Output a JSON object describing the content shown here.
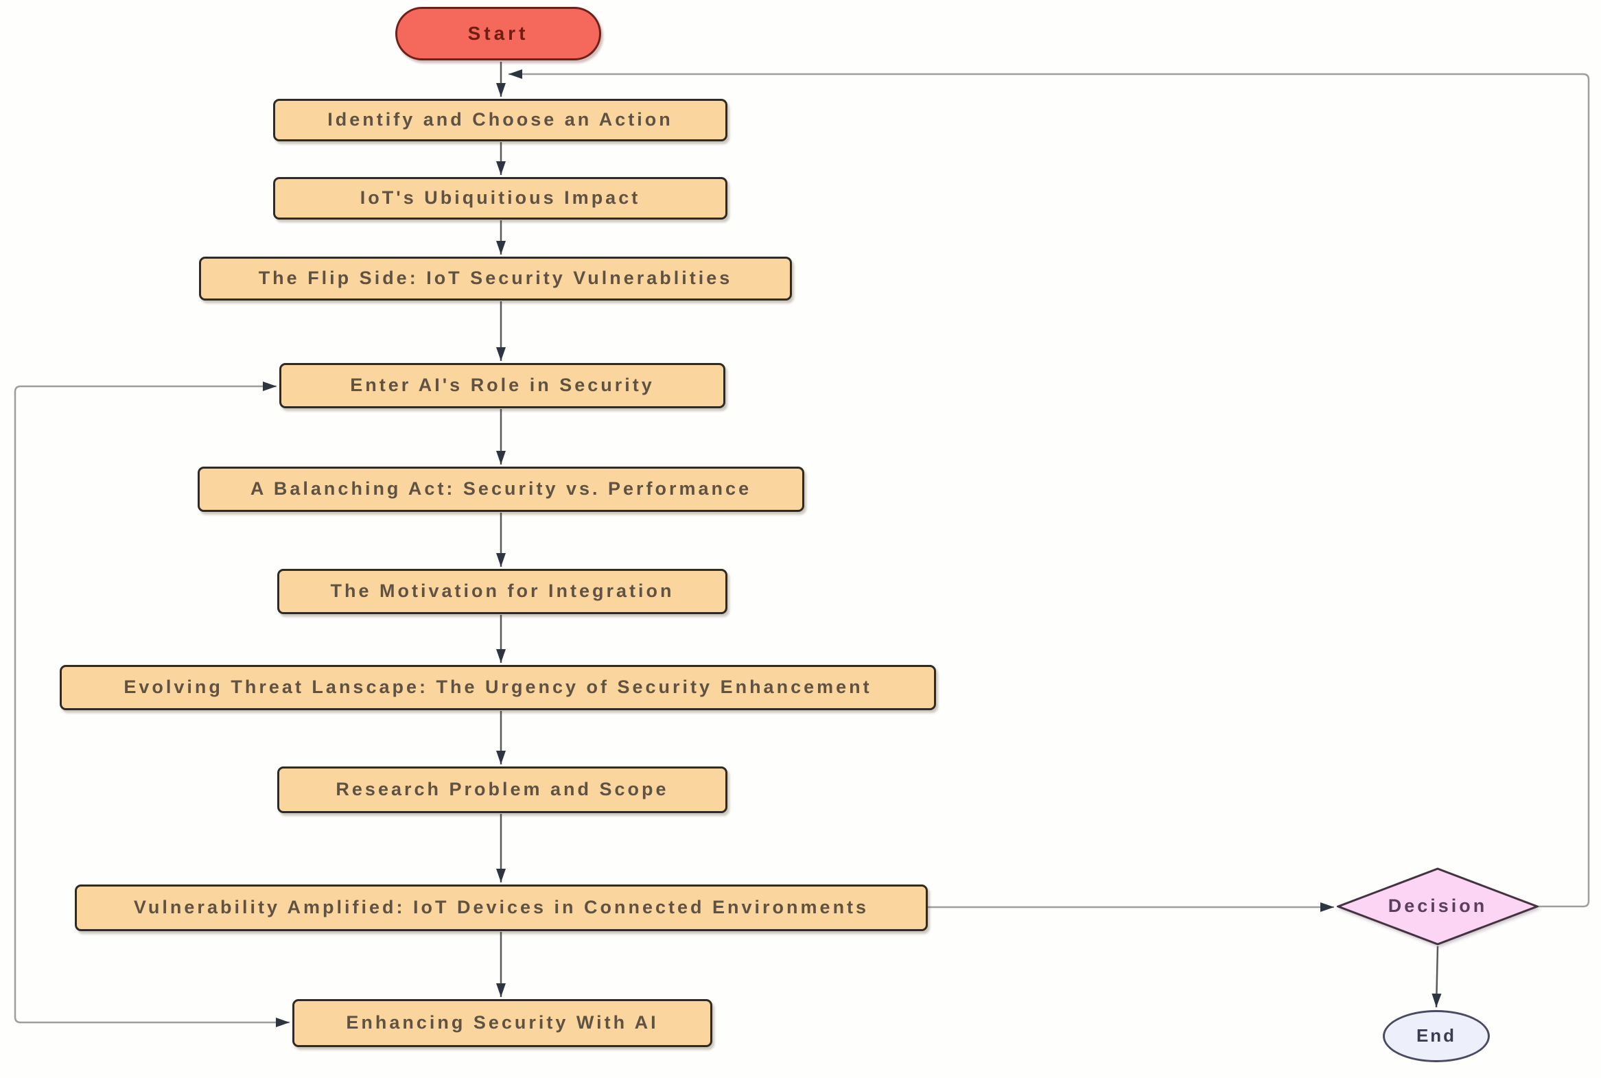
{
  "nodes": {
    "start": {
      "label": "Start",
      "type": "terminator"
    },
    "steps": [
      {
        "label": "Identify and Choose an Action"
      },
      {
        "label": "IoT's Ubiquitious Impact"
      },
      {
        "label": "The Flip Side: IoT Security Vulnerablities"
      },
      {
        "label": "Enter AI's Role in Security"
      },
      {
        "label": "A Balanching Act: Security vs. Performance"
      },
      {
        "label": "The Motivation for Integration"
      },
      {
        "label": "Evolving Threat Lanscape: The Urgency of Security Enhancement"
      },
      {
        "label": "Research Problem and Scope"
      },
      {
        "label": "Vulnerability Amplified: IoT Devices in Connected Environments"
      },
      {
        "label": "Enhancing Security With AI"
      }
    ],
    "decision": {
      "label": "Decision",
      "type": "decision"
    },
    "end": {
      "label": "End",
      "type": "terminator"
    }
  },
  "edges": [
    {
      "from": "Start",
      "to": "Identify and Choose an Action"
    },
    {
      "from": "Identify and Choose an Action",
      "to": "IoT's Ubiquitious Impact"
    },
    {
      "from": "IoT's Ubiquitious Impact",
      "to": "The Flip Side: IoT Security Vulnerablities"
    },
    {
      "from": "The Flip Side: IoT Security Vulnerablities",
      "to": "Enter AI's Role in Security"
    },
    {
      "from": "Enter AI's Role in Security",
      "to": "A Balanching Act: Security vs. Performance"
    },
    {
      "from": "A Balanching Act: Security vs. Performance",
      "to": "The Motivation for Integration"
    },
    {
      "from": "The Motivation for Integration",
      "to": "Evolving Threat Lanscape: The Urgency of Security Enhancement"
    },
    {
      "from": "Evolving Threat Lanscape: The Urgency of Security Enhancement",
      "to": "Research Problem and Scope"
    },
    {
      "from": "Research Problem and Scope",
      "to": "Vulnerability Amplified: IoT Devices in Connected Environments"
    },
    {
      "from": "Vulnerability Amplified: IoT Devices in Connected Environments",
      "to": "Enhancing Security With AI"
    },
    {
      "from": "Vulnerability Amplified: IoT Devices in Connected Environments",
      "to": "Decision"
    },
    {
      "from": "Decision",
      "to": "End"
    },
    {
      "from": "Decision",
      "to": "Identify and Choose an Action"
    },
    {
      "from": "Enhancing Security With AI",
      "to": "Enter AI's Role in Security",
      "bidirectional": true
    }
  ],
  "colors": {
    "start-fill": "#f5685c",
    "start-border": "#6e211a",
    "start-text": "#6f1d11",
    "process-fill": "#fad69e",
    "process-border": "#2f2b24",
    "process-text": "#5f5242",
    "decision-fill": "#fbd5f3",
    "decision-border": "#433340",
    "decision-text": "#593f5c",
    "end-fill": "#edeffb",
    "end-border": "#4a4b60",
    "end-text": "#3b3c52",
    "connector": "#9e9e9e",
    "connector-dark": "#5a5a5a",
    "arrowhead": "#2e3440"
  }
}
